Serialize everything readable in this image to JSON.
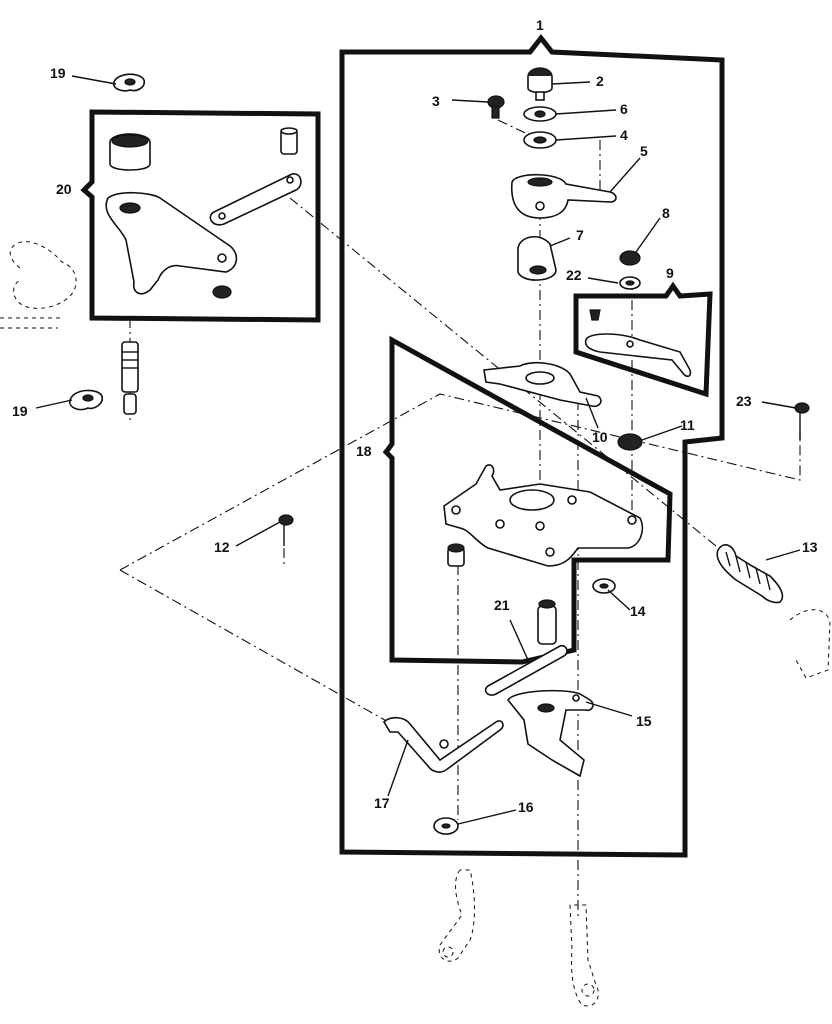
{
  "diagram": {
    "callouts": {
      "c1": "1",
      "c2": "2",
      "c3": "3",
      "c4": "4",
      "c5": "5",
      "c6": "6",
      "c7": "7",
      "c8": "8",
      "c9": "9",
      "c10": "10",
      "c11": "11",
      "c12": "12",
      "c13": "13",
      "c14": "14",
      "c15": "15",
      "c16": "16",
      "c17": "17",
      "c18": "18",
      "c19a": "19",
      "c19b": "19",
      "c20": "20",
      "c21": "21",
      "c22": "22",
      "c23": "23"
    }
  }
}
